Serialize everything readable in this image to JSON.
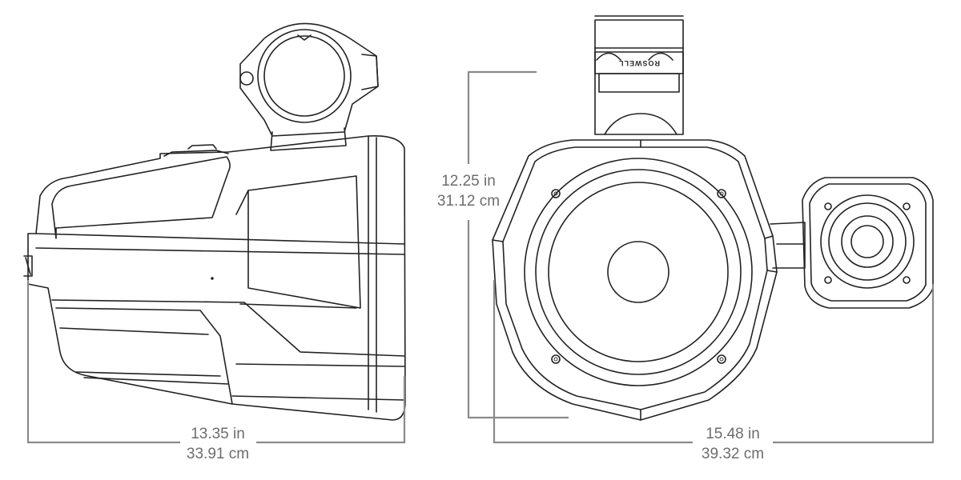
{
  "dimensions": {
    "depth": {
      "imperial": "13.35 in",
      "metric": "33.91 cm"
    },
    "height": {
      "imperial": "12.25 in",
      "metric": "31.12 cm"
    },
    "width": {
      "imperial": "15.48 in",
      "metric": "39.32 cm"
    }
  },
  "brand": {
    "logo_text": "ROSWELL"
  },
  "colors": {
    "line": "#222222",
    "dimension": "#8a8a8a",
    "text": "#6d6d6d"
  }
}
